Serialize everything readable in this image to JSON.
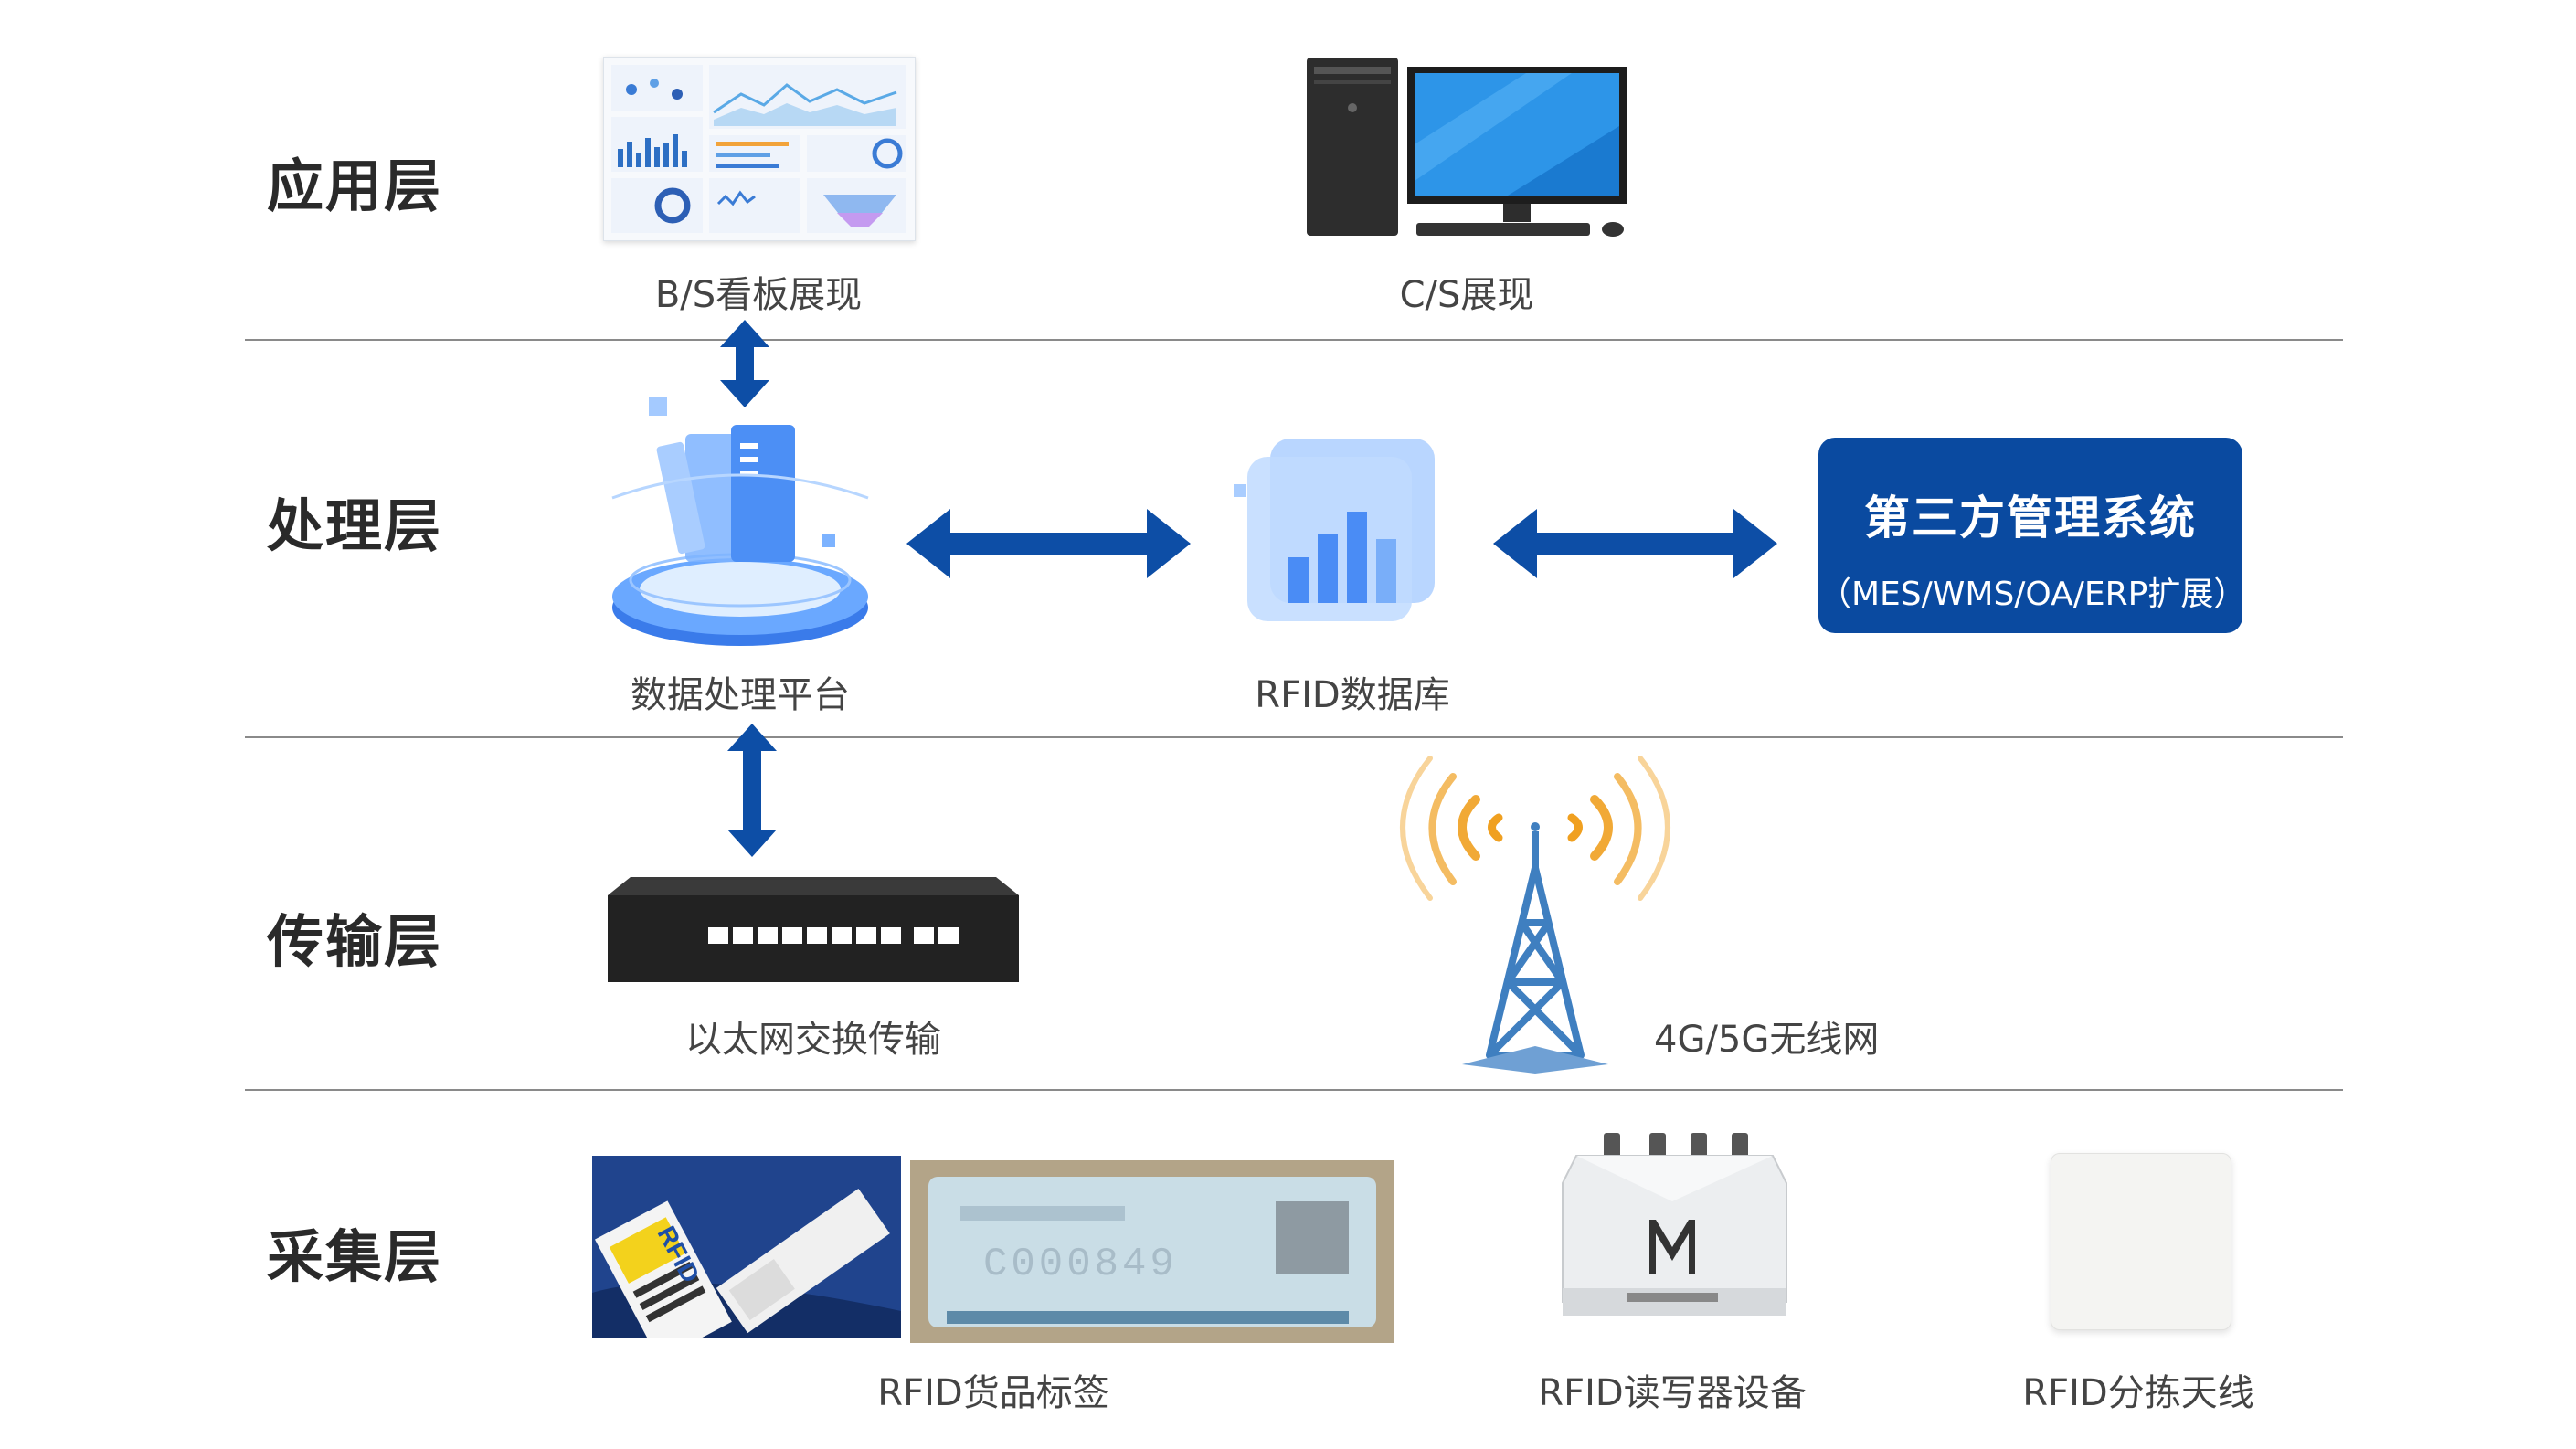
{
  "layers": {
    "application": "应用层",
    "processing": "处理层",
    "transmission": "传输层",
    "collection": "采集层"
  },
  "application": {
    "bs_label": "B/S看板展现",
    "cs_label": "C/S展现"
  },
  "processing": {
    "platform_label": "数据处理平台",
    "database_label": "RFID数据库",
    "third_party_title": "第三方管理系统",
    "third_party_subtitle": "（MES/WMS/OA/ERP扩展）"
  },
  "transmission": {
    "ethernet_label": "以太网交换传输",
    "wireless_label": "4G/5G无线网"
  },
  "collection": {
    "tag_label": "RFID货品标签",
    "tag_text": "RFID",
    "card_number": "C000849",
    "reader_label": "RFID读写器设备",
    "antenna_label": "RFID分拣天线"
  },
  "colors": {
    "arrow": "#0d4ea6",
    "third_party_bg": "#0a4aa0",
    "signal": "#f0a020",
    "tower": "#3f7fc0"
  }
}
